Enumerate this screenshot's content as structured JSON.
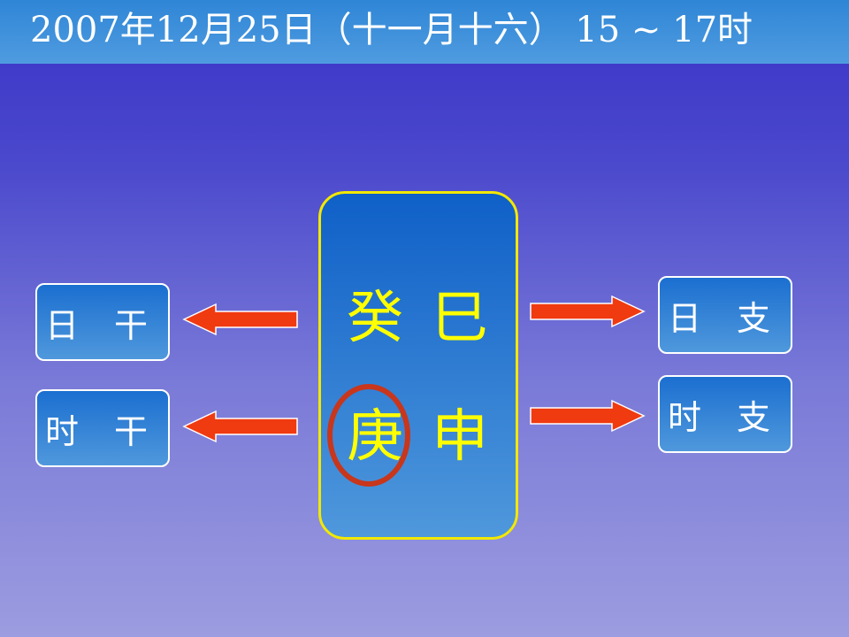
{
  "header": {
    "title": "2007年12月25日（十一月十六） 15 ~ 17时"
  },
  "labels": {
    "day_stem": "日 干",
    "hour_stem": "时 干",
    "day_branch": "日 支",
    "hour_branch": "时 支"
  },
  "pillars": {
    "day_stem": "癸",
    "day_branch": "巳",
    "hour_stem": "庚",
    "hour_branch": "申"
  },
  "colors": {
    "title_bar": "#3a8ed8",
    "box_fill": "#1b6fd0",
    "glyph": "#ffff00",
    "center_border": "#f2e800",
    "arrow_fill": "#f03a10",
    "highlight_ring": "#c8361c"
  },
  "highlight": "hour_stem"
}
